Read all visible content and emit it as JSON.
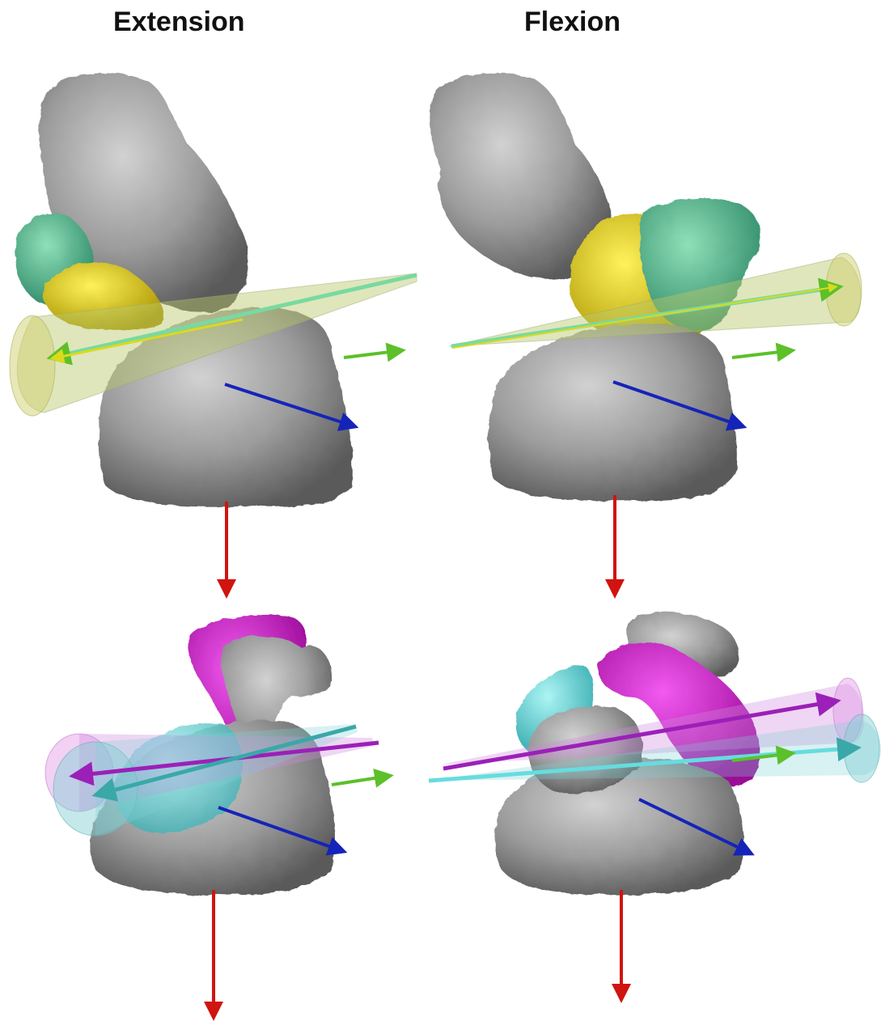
{
  "headings": {
    "extension": "Extension",
    "flexion": "Flexion"
  },
  "colors": {
    "bone": "#9a9a9a",
    "bone_dark": "#6e6e6e",
    "bone_light": "#c4c4c4",
    "segment_green": "#5fbf95",
    "segment_yellow": "#e2d21c",
    "segment_magenta": "#d51bd0",
    "segment_cyan": "#66dcdf",
    "axis_red": "#d0140f",
    "axis_blue": "#1524b8",
    "axis_green": "#5cc02a",
    "axis_yellow": "#dada1d",
    "axis_purple": "#9b20b8",
    "axis_teal": "#3aa8a8"
  },
  "panels": [
    {
      "column": "extension",
      "row": "top"
    },
    {
      "column": "flexion",
      "row": "top"
    },
    {
      "column": "extension",
      "row": "bottom"
    },
    {
      "column": "flexion",
      "row": "bottom"
    }
  ]
}
